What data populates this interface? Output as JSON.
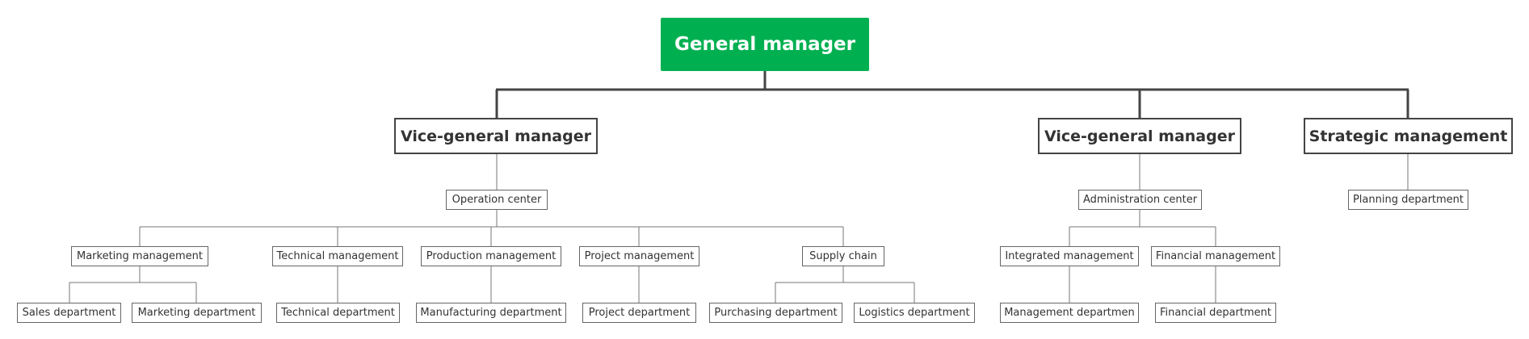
{
  "root": {
    "label": "General manager",
    "color": "#00b050",
    "children": [
      {
        "label": "Vice-general manager",
        "children": [
          {
            "label": "Operation center",
            "children": [
              {
                "label": "Marketing management",
                "children": [
                  {
                    "label": "Sales department"
                  },
                  {
                    "label": "Marketing department"
                  }
                ]
              },
              {
                "label": "Technical management",
                "children": [
                  {
                    "label": "Technical department"
                  }
                ]
              },
              {
                "label": "Production management",
                "children": [
                  {
                    "label": "Manufacturing department"
                  }
                ]
              },
              {
                "label": "Project management",
                "children": [
                  {
                    "label": "Project department"
                  }
                ]
              },
              {
                "label": "Supply chain",
                "children": [
                  {
                    "label": "Purchasing department"
                  },
                  {
                    "label": "Logistics department"
                  }
                ]
              }
            ]
          }
        ]
      },
      {
        "label": "Vice-general manager",
        "children": [
          {
            "label": "Administration center",
            "children": [
              {
                "label": "Integrated management",
                "children": [
                  {
                    "label": "Management departmen"
                  }
                ]
              },
              {
                "label": "Financial management",
                "children": [
                  {
                    "label": "Financial department"
                  }
                ]
              }
            ]
          }
        ]
      },
      {
        "label": "Strategic management",
        "children": [
          {
            "label": "Planning department"
          }
        ]
      }
    ]
  }
}
